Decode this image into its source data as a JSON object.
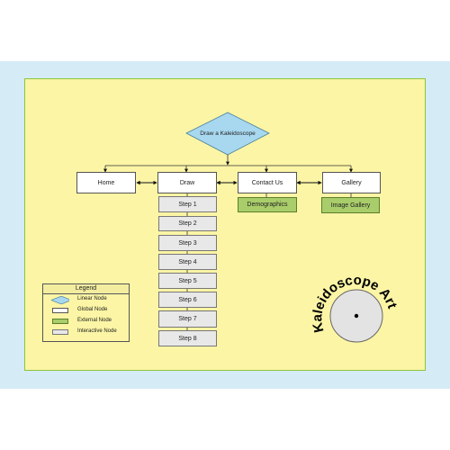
{
  "diagram": {
    "root": {
      "label": "Draw a Kaleidoscope"
    },
    "global_nodes": [
      {
        "id": "home",
        "label": "Home"
      },
      {
        "id": "draw",
        "label": "Draw"
      },
      {
        "id": "contact",
        "label": "Contact Us"
      },
      {
        "id": "gallery",
        "label": "Gallery"
      }
    ],
    "external_nodes": [
      {
        "parent": "contact",
        "label": "Demographics"
      },
      {
        "parent": "gallery",
        "label": "Image Gallery"
      }
    ],
    "steps": [
      "Step 1",
      "Step 2",
      "Step 3",
      "Step 4",
      "Step 5",
      "Step 6",
      "Step 7",
      "Step 8"
    ]
  },
  "legend": {
    "title": "Legend",
    "items": [
      {
        "label": "Linear Node",
        "kind": "diamond",
        "color": "#a8d8ef"
      },
      {
        "label": "Global Node",
        "kind": "rect",
        "color": "#ffffff"
      },
      {
        "label": "External Node",
        "kind": "rect",
        "color": "#a9cd6a"
      },
      {
        "label": "Interactive Node",
        "kind": "rect",
        "color": "#e8e8e8"
      }
    ]
  },
  "logo": {
    "text": "Kaleidoscope Art"
  },
  "colors": {
    "background": "#d5ebf6",
    "panel": "#fbf5a5",
    "panel_border": "#8cc63f",
    "linear_node": "#a8d8ef",
    "external_node": "#a9cd6a",
    "interactive_node": "#e8e8e8"
  }
}
